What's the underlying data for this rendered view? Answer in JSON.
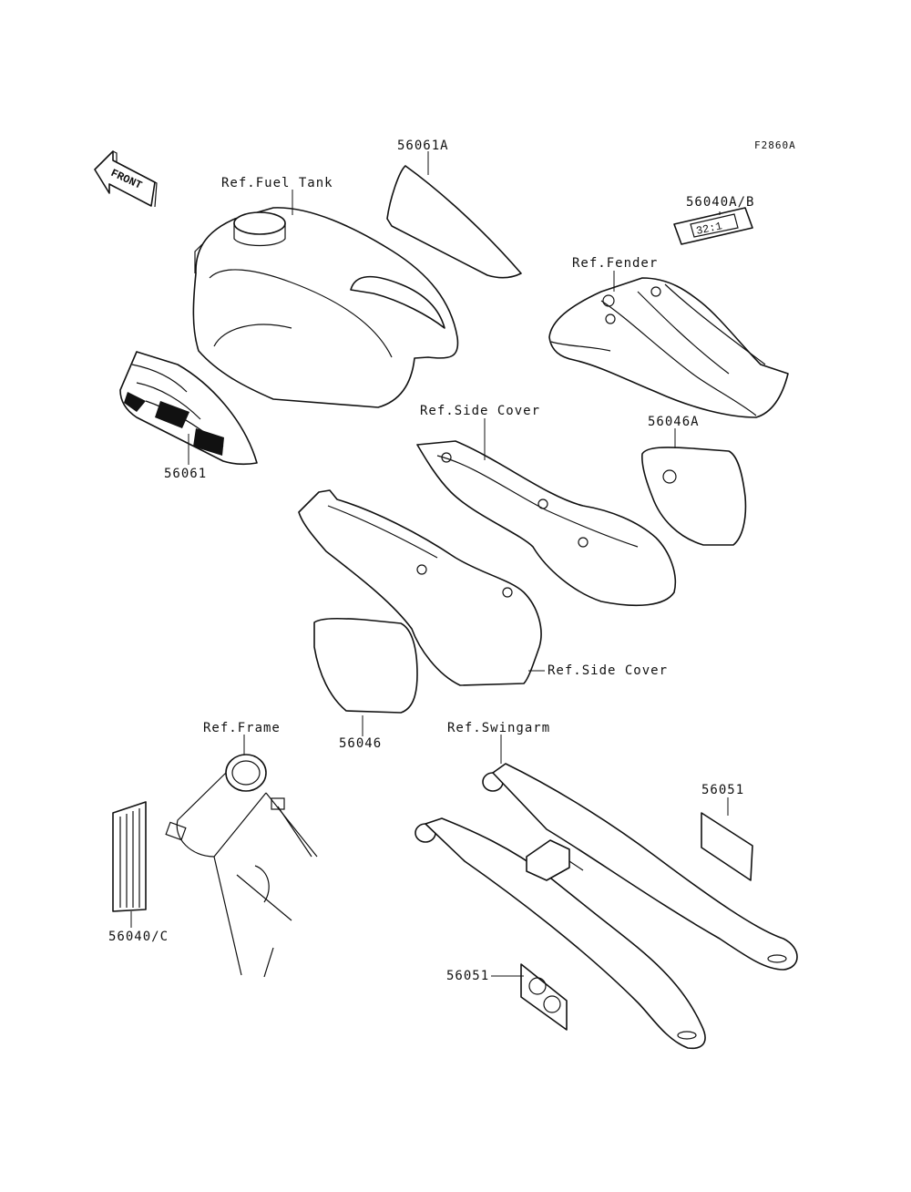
{
  "figure_code": "F2860A",
  "front_arrow_text": "FRONT",
  "labels": {
    "fuel_tank": "Ref.Fuel Tank",
    "p56061A": "56061A",
    "p56040AB": "56040A/B",
    "fender": "Ref.Fender",
    "p56061": "56061",
    "side_cover_upper": "Ref.Side Cover",
    "p56046A": "56046A",
    "side_cover_lower": "Ref.Side Cover",
    "p56046": "56046",
    "frame": "Ref.Frame",
    "swingarm": "Ref.Swingarm",
    "p56051_right": "56051",
    "p56040C": "56040/C",
    "p56051_bottom": "56051"
  },
  "decal_text": "32:1"
}
